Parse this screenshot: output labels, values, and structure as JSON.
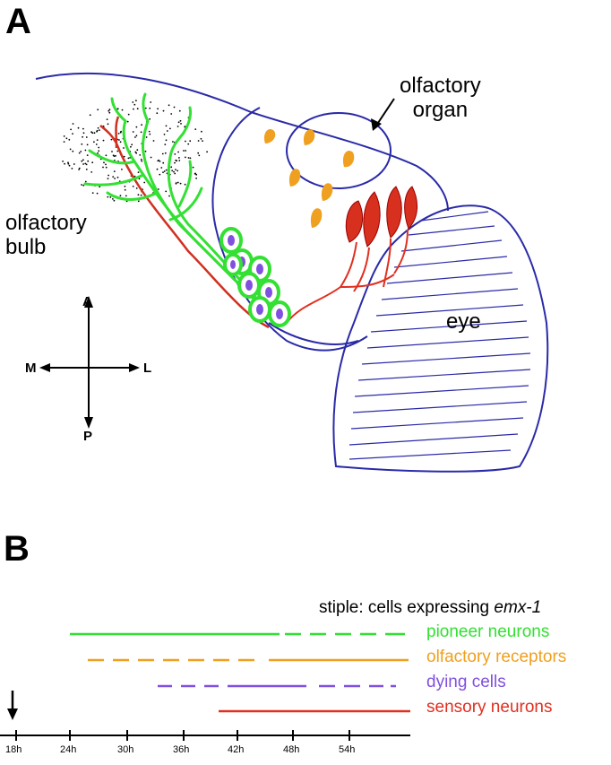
{
  "panel_a": {
    "letter": "A",
    "labels": {
      "olfactory_organ_1": "olfactory",
      "olfactory_organ_2": "organ",
      "olfactory_bulb_1": "olfactory",
      "olfactory_bulb_2": "bulb",
      "eye": "eye"
    },
    "compass": {
      "north": "A",
      "south": "P",
      "west": "M",
      "east": "L"
    },
    "colors": {
      "outline": "#2a2aa8",
      "pioneer": "#33e033",
      "receptor": "#f0a020",
      "dying": "#8050e0",
      "sensory": "#e03020"
    }
  },
  "panel_b": {
    "letter": "B",
    "caption_prefix": "stiple: cells expressing ",
    "caption_gene": "emx-1",
    "legend": [
      {
        "label": "pioneer neurons",
        "color": "#33e033"
      },
      {
        "label": "olfactory receptors",
        "color": "#f0a020"
      },
      {
        "label": "dying cells",
        "color": "#8050e0"
      },
      {
        "label": "sensory neurons",
        "color": "#e03020"
      }
    ],
    "ticks": [
      "18h",
      "24h",
      "30h",
      "36h",
      "42h",
      "48h",
      "54h"
    ]
  }
}
